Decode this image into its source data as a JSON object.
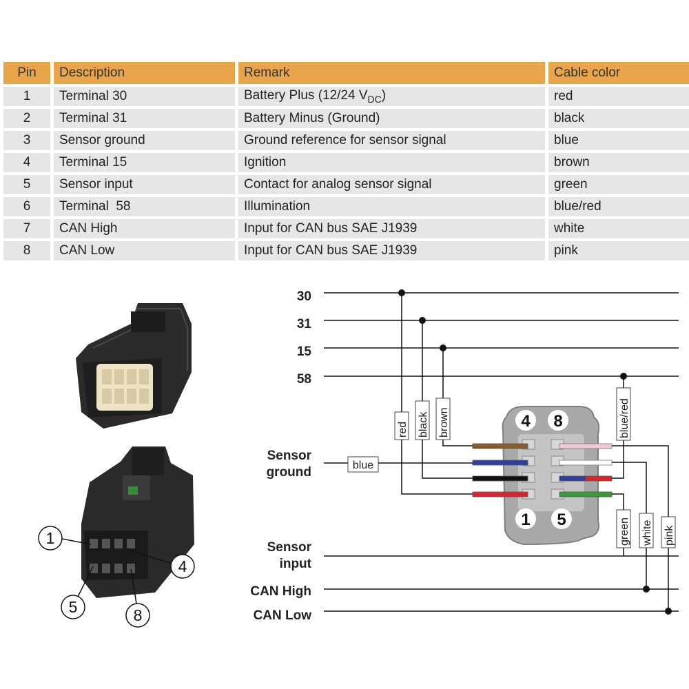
{
  "table": {
    "headers": [
      "Pin",
      "Description",
      "Remark",
      "Cable color"
    ],
    "rows": [
      {
        "pin": "1",
        "description": "Terminal 30",
        "remark": "Battery Plus (12/24 V",
        "remark_sub": "DC",
        "remark_tail": ")",
        "color": "red"
      },
      {
        "pin": "2",
        "description": "Terminal 31",
        "remark": "Battery Minus (Ground)",
        "color": "black"
      },
      {
        "pin": "3",
        "description": "Sensor ground",
        "remark": "Ground reference for sensor signal",
        "color": "blue"
      },
      {
        "pin": "4",
        "description": "Terminal 15",
        "remark": "Ignition",
        "color": "brown"
      },
      {
        "pin": "5",
        "description": "Sensor input",
        "remark": "Contact for analog sensor signal",
        "color": "green"
      },
      {
        "pin": "6",
        "description": "Terminal  58",
        "remark": "Illumination",
        "color": "blue/red"
      },
      {
        "pin": "7",
        "description": "CAN High",
        "remark": "Input for CAN bus SAE J1939",
        "color": "white"
      },
      {
        "pin": "8",
        "description": "CAN Low",
        "remark": "Input for CAN bus SAE J1939",
        "color": "pink"
      }
    ]
  },
  "diagram": {
    "bus_labels": {
      "t30": "30",
      "t31": "31",
      "t15": "15",
      "t58": "58"
    },
    "sensor_ground": [
      "Sensor",
      "ground"
    ],
    "sensor_input": [
      "Sensor",
      "input"
    ],
    "can_high": "CAN High",
    "can_low": "CAN Low",
    "wire_labels": {
      "red": "red",
      "black": "black",
      "brown": "brown",
      "blue_red": "blue/red",
      "blue": "blue",
      "green": "green",
      "white": "white",
      "pink": "pink"
    },
    "connector_pins": {
      "p4": "4",
      "p8": "8",
      "p1": "1",
      "p5": "5"
    },
    "photo_callouts": {
      "c1": "1",
      "c4": "4",
      "c5": "5",
      "c8": "8"
    }
  },
  "colors": {
    "header_bg": "#e8a54a",
    "row_bg": "#e6e6e6",
    "wire_brown": "#8b5a2b",
    "wire_blue": "#2d3fa0",
    "wire_black": "#111111",
    "wire_red": "#d8262b",
    "wire_pink": "#f2c8d8",
    "wire_white": "#ffffff",
    "wire_green": "#3a9a3a"
  }
}
